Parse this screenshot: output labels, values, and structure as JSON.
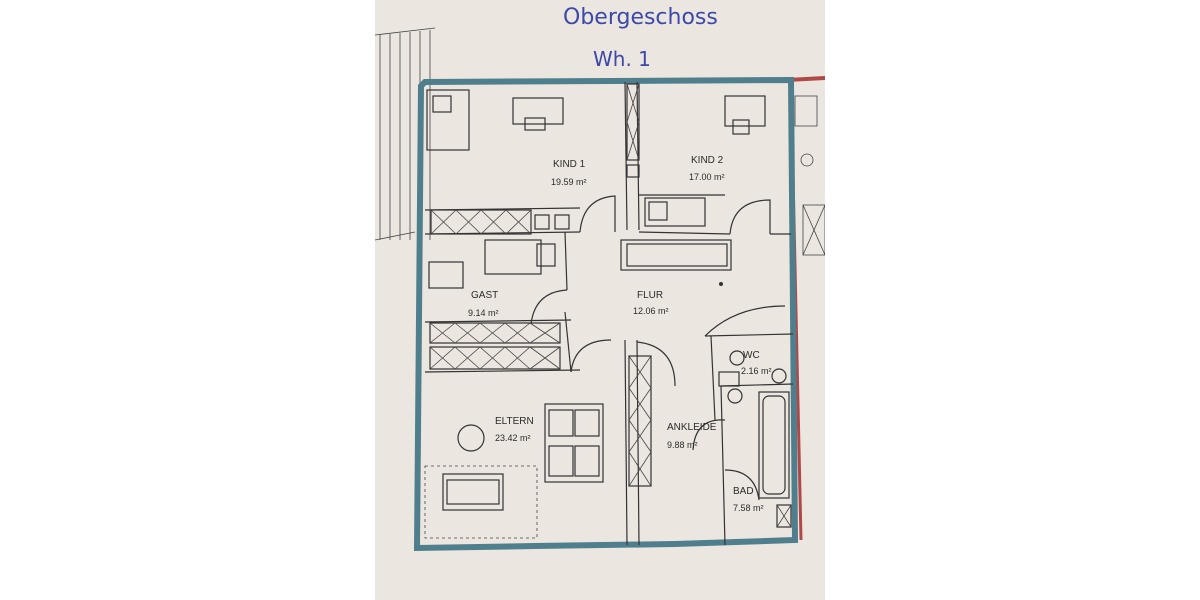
{
  "header": {
    "title": "Obergeschoss",
    "subtitle": "Wh. 1"
  },
  "rooms": [
    {
      "id": "kind1",
      "name": "KIND 1",
      "area": "19.59 m²"
    },
    {
      "id": "kind2",
      "name": "KIND 2",
      "area": "17.00 m²"
    },
    {
      "id": "gast",
      "name": "GAST",
      "area": "9.14 m²"
    },
    {
      "id": "flur",
      "name": "FLUR",
      "area": "12.06 m²"
    },
    {
      "id": "wc",
      "name": "WC",
      "area": "2.16 m²"
    },
    {
      "id": "eltern",
      "name": "ELTERN",
      "area": "23.42 m²"
    },
    {
      "id": "ankleide",
      "name": "ANKLEIDE",
      "area": "9.88 m²"
    },
    {
      "id": "bad",
      "name": "BAD",
      "area": "7.58 m²"
    }
  ],
  "colors": {
    "paper": "#ece6e0",
    "outer_wall": "#4f7f8c",
    "handwriting": "#3c49a8",
    "neighbor_wall": "#b04848"
  }
}
